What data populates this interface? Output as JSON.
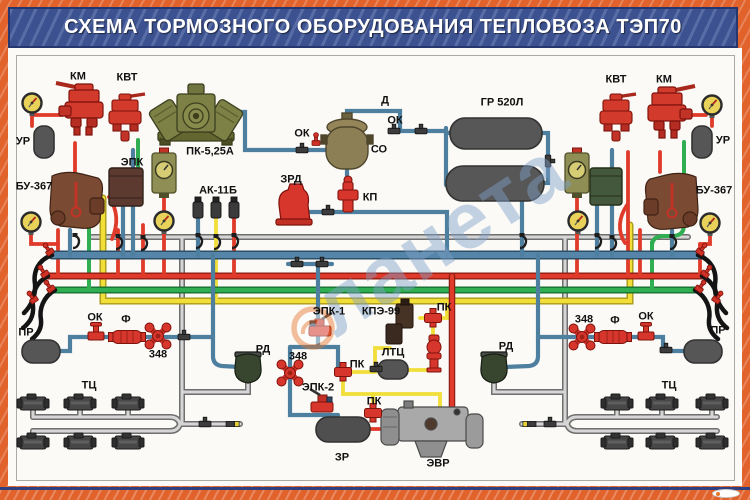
{
  "header": {
    "title": "СХЕМА ТОРМОЗНОГО ОБОРУДОВАНИЯ ТЕПЛОВОЗА ТЭП70"
  },
  "watermark": {
    "brand": "ланета"
  },
  "colors": {
    "frame_orange": "#e2622c",
    "banner_blue": "#3c518f",
    "pipe_feed_blue": "#5585a8",
    "pipe_brake_red": "#e03a2a",
    "pipe_green": "#2fae52",
    "pipe_yellow": "#f2de38",
    "pipe_tc_gray": "#d0d0d0",
    "device_red": "#d6362c",
    "tank_gray": "#565656",
    "machine_olive": "#7d8146"
  },
  "components": {
    "km_left": "КМ",
    "kvt_left": "КВТ",
    "ur_left": "УР",
    "bu367_left": "БУ-367",
    "epk": "ЭПК",
    "pk525a": "ПК-5,25А",
    "ak11b": "АК-11Б",
    "ok_top": "ОК",
    "d": "Д",
    "ok_mid": "ОК",
    "so": "СО",
    "zrd": "ЗРД",
    "kp": "КП",
    "gr520": "ГР 520Л",
    "kvt_right": "КВТ",
    "km_right": "КМ",
    "ur_right": "УР",
    "bu367_right": "БУ-367",
    "pr_left": "ПР",
    "ok_left": "ОК",
    "f_left": "Ф",
    "v348_left": "348",
    "rd_left": "РД",
    "epk1": "ЭПК-1",
    "kpe99": "КПЭ-99",
    "pk_top": "ПК",
    "v348_center": "348",
    "epk2": "ЭПК-2",
    "pk_mid": "ПК",
    "ltc": "ЛТЦ",
    "pk_bottom": "ПК",
    "rd_right": "РД",
    "v348_right": "348",
    "f_right": "Ф",
    "ok_right": "ОК",
    "pr_right": "ПР",
    "tc_left": "ТЦ",
    "tc_right": "ТЦ",
    "zr": "ЗР",
    "evr": "ЭВР"
  }
}
